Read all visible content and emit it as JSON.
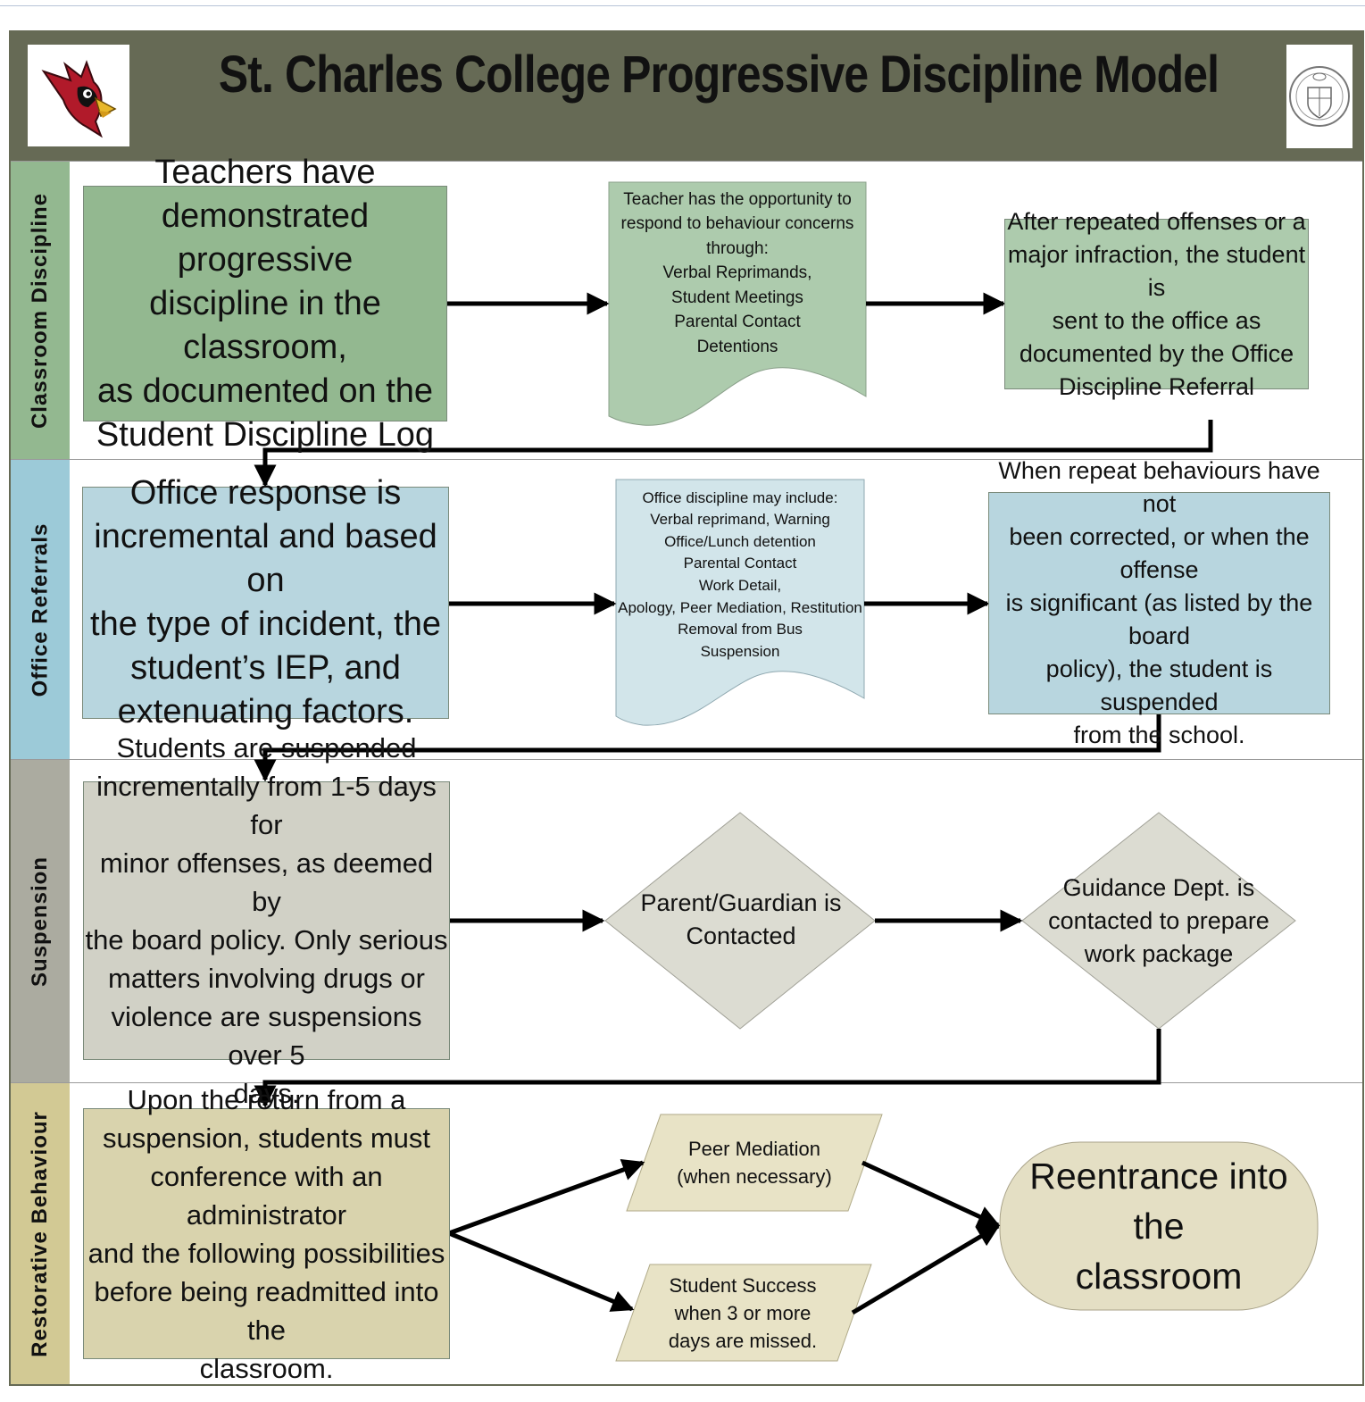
{
  "title": "St. Charles College  Progressive Discipline Model",
  "logo": {
    "icon": "cardinal-bird-icon"
  },
  "crest": {
    "icon": "school-crest-icon"
  },
  "colors": {
    "header": "#666a55",
    "lane_classroom": "#93b890",
    "lane_office": "#9ccad8",
    "lane_suspension": "#ababa0",
    "lane_restorative": "#d2c994"
  },
  "lanes": [
    {
      "label": "Classroom Discipline"
    },
    {
      "label": "Office Referrals"
    },
    {
      "label": "Suspension"
    },
    {
      "label": "Restorative Behaviour"
    }
  ],
  "nodes": {
    "classroom_start": "Teachers have\ndemonstrated progressive\ndiscipline in the classroom,\nas documented on the\nStudent Discipline Log",
    "classroom_options": "Teacher has the opportunity to\nrespond to behaviour concerns\nthrough:\nVerbal Reprimands,\nStudent Meetings\nParental Contact\nDetentions",
    "classroom_referral": "After repeated offenses or a\nmajor infraction, the student is\nsent to the office as\ndocumented by the Office\nDiscipline Referral",
    "office_start": "Office response is\nincremental and based on\nthe type of incident, the\nstudent’s IEP, and\nextenuating factors.",
    "office_options": "Office discipline may include:\nVerbal reprimand, Warning\nOffice/Lunch detention\nParental Contact\nWork Detail,\nApology, Peer Mediation, Restitution\nRemoval from Bus\nSuspension",
    "office_suspend": "When repeat behaviours have not\nbeen corrected, or when the offense\nis significant (as listed by the board\npolicy), the student is suspended\nfrom the school.",
    "suspension_start": "Students are suspended\nincrementally from 1-5 days for\nminor offenses, as deemed by\nthe board policy. Only serious\nmatters involving drugs or\nviolence are suspensions over 5\ndays.",
    "parent_contacted": "Parent/Guardian is\nContacted",
    "guidance": "Guidance Dept. is\ncontacted to prepare\nwork package",
    "restorative_start": "Upon the return from a\nsuspension, students must\nconference with an administrator\nand the following possibilities\nbefore being readmitted into the\nclassroom.",
    "peer_mediation": "Peer Mediation\n(when necessary)",
    "student_success": "Student Success\nwhen 3 or more\ndays are missed.",
    "reentrance": "Reentrance into the\nclassroom"
  }
}
